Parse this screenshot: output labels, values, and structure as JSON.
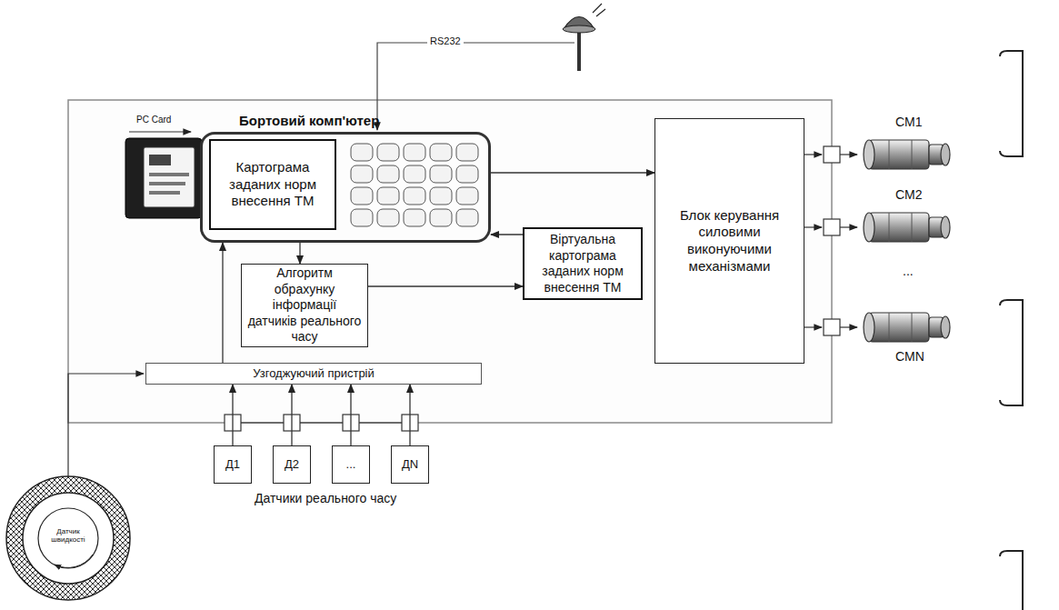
{
  "diagram": {
    "nodes": [
      {
        "text": [
          "Бортовий комп'ютер"
        ]
      },
      {
        "text": [
          "Картограма заданих норм внесення ТМ"
        ],
        "in": 0
      },
      {
        "text": [
          "Алгоритм обрахунку інформації датчиків реального часу"
        ]
      },
      {
        "text": [
          "Віртуальна картограма заданих норм внесення ТМ"
        ]
      },
      {
        "text": [
          "Блок керування силовими виконуючими механізмами"
        ]
      },
      {
        "text": [
          "Узгоджуючий пристрій"
        ]
      },
      {
        "text": [
          "Д1"
        ]
      },
      {
        "text": [
          "Д2"
        ]
      },
      {
        "text": [
          "..."
        ]
      },
      {
        "text": [
          "ДN"
        ]
      }
    ],
    "edges": [
      {
        "from": 0,
        "to": 4,
        "arrow": "to"
      },
      {
        "from": 3,
        "to": 0,
        "arrow": "to"
      },
      {
        "from": 0,
        "to": 2,
        "arrow": "to"
      },
      {
        "from": 2,
        "to": 3,
        "arrow": "to"
      },
      {
        "from": 5,
        "to": 0,
        "arrow": "to"
      },
      {
        "from": 6,
        "to": 5,
        "arrow": "to"
      },
      {
        "from": 7,
        "to": 5,
        "arrow": "to"
      },
      {
        "from": 8,
        "to": 5,
        "arrow": "to"
      },
      {
        "from": 9,
        "to": 5,
        "arrow": "to"
      }
    ],
    "labels": [
      "PC Card",
      "RS232",
      "CM1",
      "CM2",
      "...",
      "CMN",
      "Датчики реального часу",
      "Датчик швидкості"
    ]
  }
}
